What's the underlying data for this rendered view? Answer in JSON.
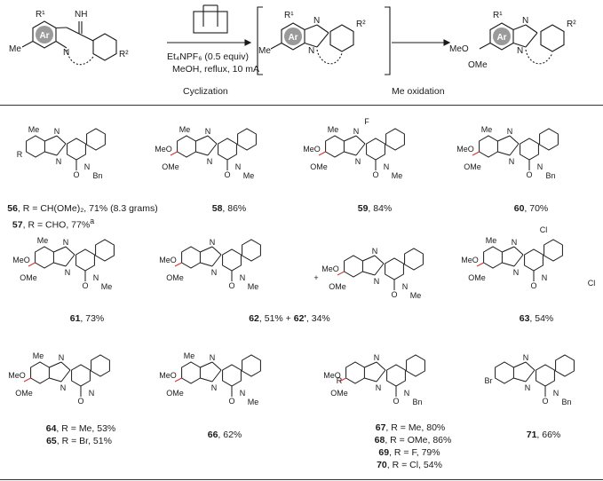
{
  "scheme": {
    "reagents": "Et₄NPF₆ (0.5 equiv)",
    "conditions": "MeOH, reflux, 10 mA",
    "step1": "Cyclization",
    "step2": "Me oxidation",
    "ring_label": "Ar",
    "atoms": {
      "R1": "R¹",
      "R2": "R²",
      "NH": "NH",
      "N": "N",
      "MeO": "MeO",
      "OMe": "OMe",
      "Me": "Me"
    }
  },
  "structure_labels": {
    "Me": "Me",
    "MeO": "MeO",
    "OMe": "OMe",
    "R": "R",
    "F": "F",
    "Cl": "Cl",
    "Br": "Br",
    "N": "N",
    "O": "O",
    "Bn": "Bn",
    "plus": "+"
  },
  "products": [
    {
      "id": "56",
      "text": ", R = CH(OMe)₂, 71% (8.3 grams)"
    },
    {
      "id": "57",
      "text": ", R = CHO, 77%",
      "sup": "a"
    },
    {
      "id": "58",
      "text": ", 86%"
    },
    {
      "id": "59",
      "text": ", 84%"
    },
    {
      "id": "60",
      "text": ", 70%"
    },
    {
      "id": "61",
      "text": ", 73%"
    },
    {
      "id": "62",
      "text": ", 51% + "
    },
    {
      "id": "62'",
      "text": ", 34%"
    },
    {
      "id": "63",
      "text": ", 54%"
    },
    {
      "id": "64",
      "text": ", R = Me, 53%"
    },
    {
      "id": "65",
      "text": ", R = Br, 51%"
    },
    {
      "id": "66",
      "text": ", 62%"
    },
    {
      "id": "67",
      "text": ", R = Me, 80%"
    },
    {
      "id": "68",
      "text": ", R = OMe, 86%"
    },
    {
      "id": "69",
      "text": ", R = F, 79%"
    },
    {
      "id": "70",
      "text": ", R = Cl, 54%"
    },
    {
      "id": "71",
      "text": ", 66%"
    }
  ]
}
